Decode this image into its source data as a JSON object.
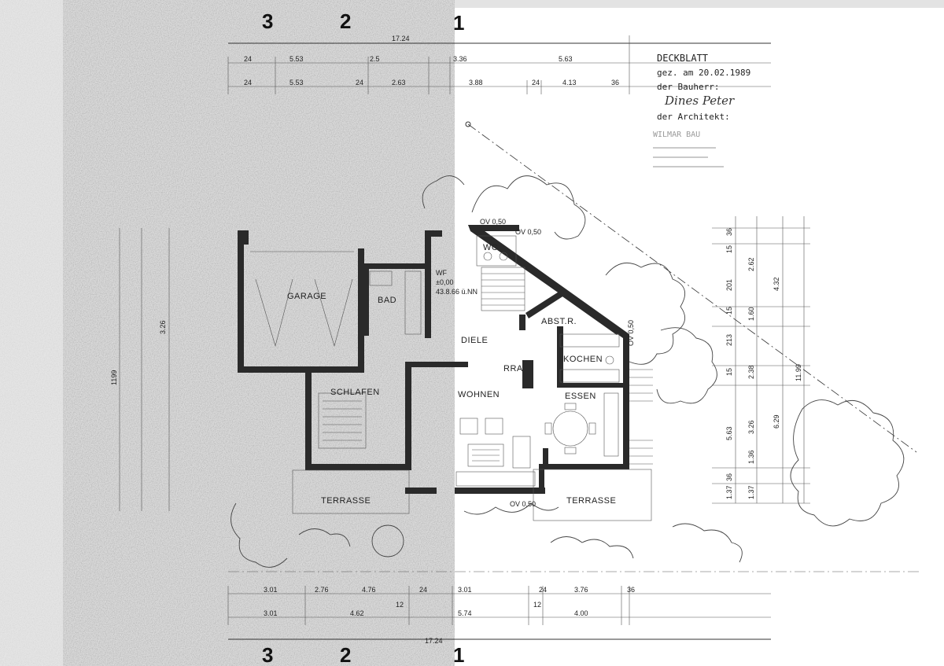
{
  "title_block": {
    "heading": "DECKBLATT",
    "drawn_line": "gez. am 20.02.1989",
    "owner_label": "der Bauherr:",
    "owner_signature": "Dines Peter",
    "architect_label": "der Architekt:",
    "architect_stamp": "WILMAR BAU"
  },
  "section_markers": {
    "top": [
      "3",
      "2",
      "1"
    ],
    "bottom": [
      "3",
      "2",
      "1"
    ]
  },
  "overall_width": "17.24",
  "overall_depth": "11.99",
  "rooms": {
    "garage": "GARAGE",
    "bad": "BAD",
    "schlafen": "SCHLAFEN",
    "terrasse_left": "TERRASSE",
    "wc": "WC",
    "diele": "DIELE",
    "abstr": "ABST.R.",
    "kochen": "KOCHEN",
    "wohnen": "WOHNEN",
    "essen": "ESSEN",
    "terrasse_right": "TERRASSE",
    "rra": "RRA"
  },
  "level_note": {
    "line1": "±0,00",
    "line2": "=",
    "line3": "43.8.66 ü.NN"
  },
  "dims_top": {
    "row1": [
      "24",
      "5.53",
      "2.5",
      "3.36",
      "5.63"
    ],
    "row2": [
      "24",
      "5.53",
      "24",
      "2.63",
      "3.88",
      "24",
      "4.13",
      "36"
    ]
  },
  "dims_bottom": {
    "row1": [
      "3.01",
      "2.76",
      "4.76",
      "24",
      "3.01",
      "24",
      "3.76",
      "36"
    ],
    "row2": [
      "3.01",
      "4.62",
      "5.74",
      "4.00"
    ],
    "small": [
      "12",
      "12"
    ]
  },
  "dims_right": {
    "col1": [
      "36",
      "15",
      "201",
      "15",
      "213",
      "15",
      "5.63",
      "36",
      "1.37"
    ],
    "col2": [
      "2.62",
      "1.60",
      "2.38",
      "3.26",
      "1.36",
      "1.37"
    ],
    "col3": [
      "4.32",
      "6.29"
    ]
  },
  "window_notes": [
    "OV 0,50",
    "OV 0,50",
    "OV 0,50",
    "OV 0,50"
  ],
  "left_labels": [
    "1199",
    "3.26"
  ]
}
